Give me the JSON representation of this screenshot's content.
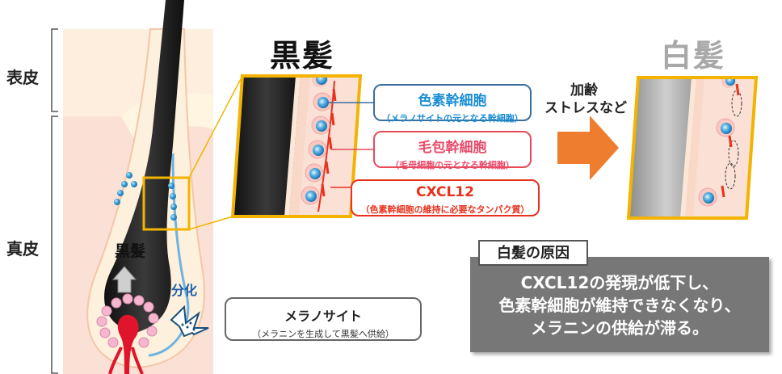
{
  "layers": {
    "epidermis": "表皮",
    "dermis": "真皮"
  },
  "left_hair": {
    "black_hair_label": "黒髪",
    "differentiation_label": "分化"
  },
  "black_section": {
    "title": "黒髪"
  },
  "white_section": {
    "title": "白髪"
  },
  "arrow_label": {
    "line1": "加齢",
    "line2": "ストレスなど"
  },
  "callouts": {
    "pigment_stem": {
      "title": "色素幹細胞",
      "sub": "（メラノサイトの元となる幹細胞）"
    },
    "follicle_stem": {
      "title": "毛包幹細胞",
      "sub": "（毛母細胞の元となる幹細胞）"
    },
    "cxcl12": {
      "title": "CXCL12",
      "sub": "（色素幹細胞の維持に必要なタンパク質）"
    },
    "melanocyte": {
      "title": "メラノサイト",
      "sub": "（メラニンを生成して黒髪へ供給）"
    }
  },
  "cause": {
    "title": "白髪の原因",
    "line1": "CXCL12の発現が低下し、",
    "line2": "色素幹細胞が維持できなくなり、",
    "line3": "メラニンの供給が滞る。"
  },
  "colors": {
    "skin": "#fbe0d6",
    "skin_light": "#fff6e2",
    "hair_black": "#1e1e1e",
    "hair_gray": "#a8a8a8",
    "frame": "#f2b400",
    "stem_blue": "#2f9ad6",
    "follicle_red": "#e0404a",
    "cxcl_red": "#e8321e",
    "arrow_orange": "#ee7d2d",
    "cause_gray": "#777777"
  }
}
